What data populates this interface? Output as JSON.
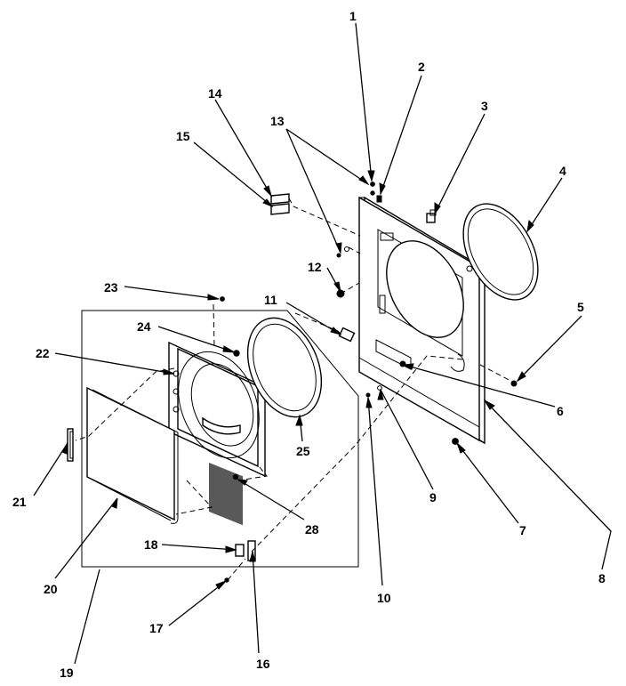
{
  "callouts": {
    "c1": "1",
    "c2": "2",
    "c3": "3",
    "c4": "4",
    "c5": "5",
    "c6": "6",
    "c7": "7",
    "c8": "8",
    "c9": "9",
    "c10": "10",
    "c11": "11",
    "c12": "12",
    "c13": "13",
    "c14": "14",
    "c15": "15",
    "c16": "16",
    "c17": "17",
    "c18": "18",
    "c19": "19",
    "c20": "20",
    "c21": "21",
    "c22": "22",
    "c23": "23",
    "c24": "24",
    "c25": "25",
    "c28": "28"
  },
  "colors": {
    "ink": "#000000",
    "paper": "#ffffff"
  }
}
